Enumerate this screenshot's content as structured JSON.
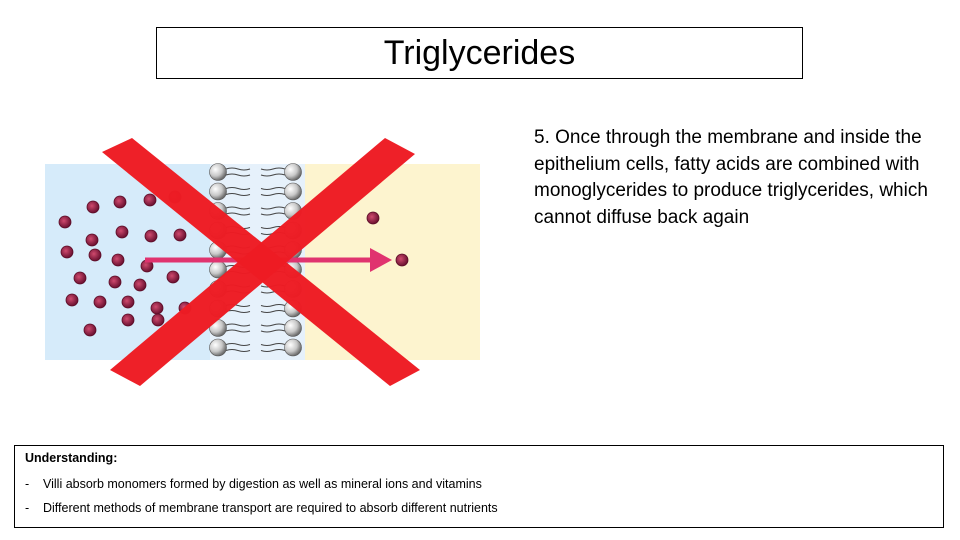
{
  "title": "Triglycerides",
  "description": "5. Once through the membrane and inside the epithelium cells, fatty acids are combined with monoglycerides to produce triglycerides, which cannot diffuse back again",
  "understanding": {
    "heading": "Understanding:",
    "items": [
      {
        "dash": "-",
        "text": "Villi absorb monomers formed by digestion as well as mineral ions and vitamins"
      },
      {
        "dash": "-",
        "text": "Different methods of membrane transport are required to absorb different nutrients"
      }
    ]
  },
  "colors": {
    "left_region": "#d6ebfa",
    "right_region": "#fdf4cf",
    "molecule": "#8c1a3c",
    "arrow": "#e0336f",
    "cross": "#ee1c24",
    "phospholipid_head": "#c8c8c8"
  }
}
